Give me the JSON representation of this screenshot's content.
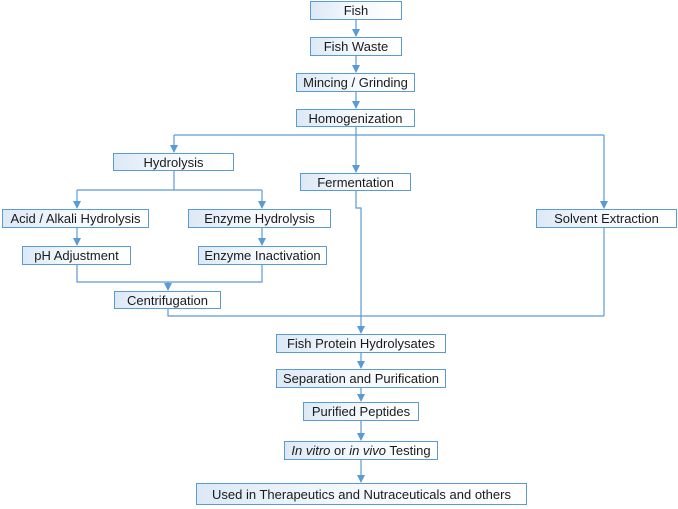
{
  "diagram": {
    "title": "Fish protein hydrolysate production flowchart",
    "nodes": {
      "fish": "Fish",
      "fish_waste": "Fish Waste",
      "mincing": "Mincing / Grinding",
      "homogenization": "Homogenization",
      "hydrolysis": "Hydrolysis",
      "fermentation": "Fermentation",
      "acid_alkali": "Acid / Alkali Hydrolysis",
      "enzyme_hydrolysis": "Enzyme Hydrolysis",
      "solvent_extraction": "Solvent Extraction",
      "ph_adjustment": "pH Adjustment",
      "enzyme_inactivation": "Enzyme Inactivation",
      "centrifugation": "Centrifugation",
      "fph": "Fish Protein Hydrolysates",
      "separation": "Separation and Purification",
      "purified_peptides": "Purified Peptides",
      "testing": {
        "part1": "In vitro",
        "part2": " or ",
        "part3": "in vivo",
        "part4": " Testing"
      },
      "final": "Used in Therapeutics and Nutraceuticals and others"
    },
    "colors": {
      "border": "#5b9bd5",
      "connector": "#5b9bd5",
      "fill_start": "#dce9f6",
      "text": "#1a1a1a"
    }
  }
}
